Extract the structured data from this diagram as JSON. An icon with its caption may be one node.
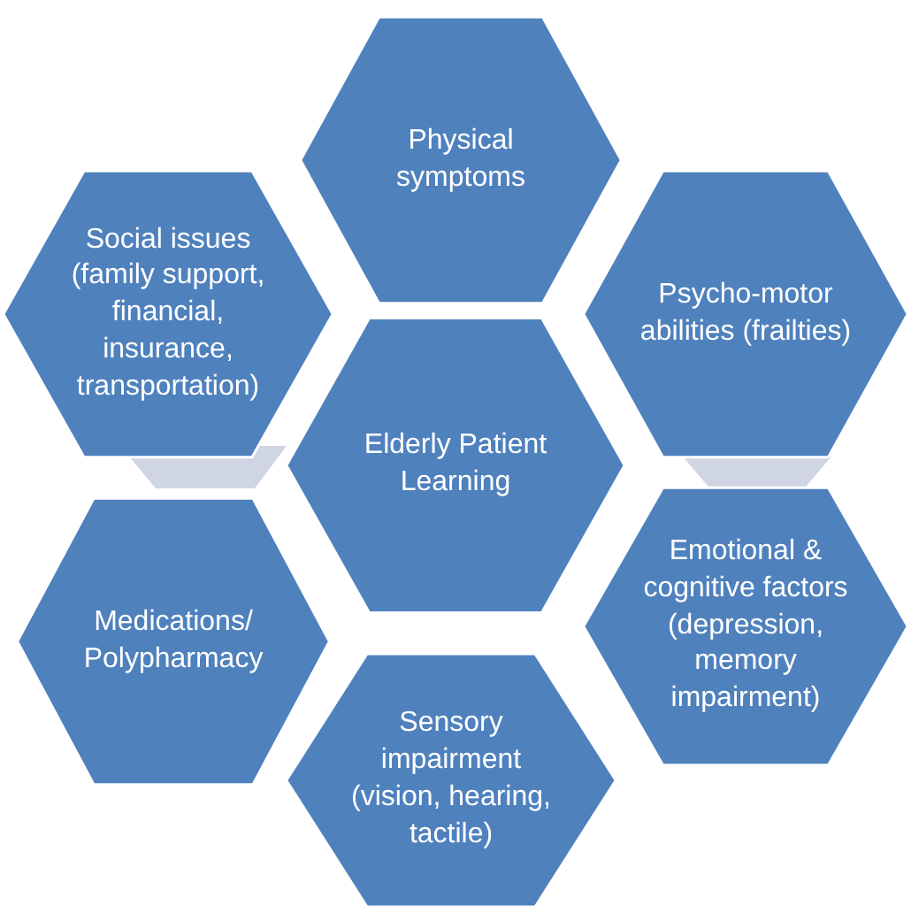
{
  "diagram": {
    "nodes": [
      {
        "text": [
          "Physical symptoms"
        ]
      },
      {
        "text": [
          "Social issues (family support, financial, insurance, transportation)"
        ]
      },
      {
        "text": [
          "Psycho-motor abilities (frailties)"
        ]
      },
      {
        "text": [
          "Elderly Patient Learning"
        ]
      },
      {
        "text": [
          "Medications/ Polypharmacy"
        ]
      },
      {
        "text": [
          "Emotional & cognitive factors (depression, memory impairment)"
        ]
      },
      {
        "text": [
          "Sensory impairment (vision, hearing, tactile)"
        ]
      }
    ]
  }
}
